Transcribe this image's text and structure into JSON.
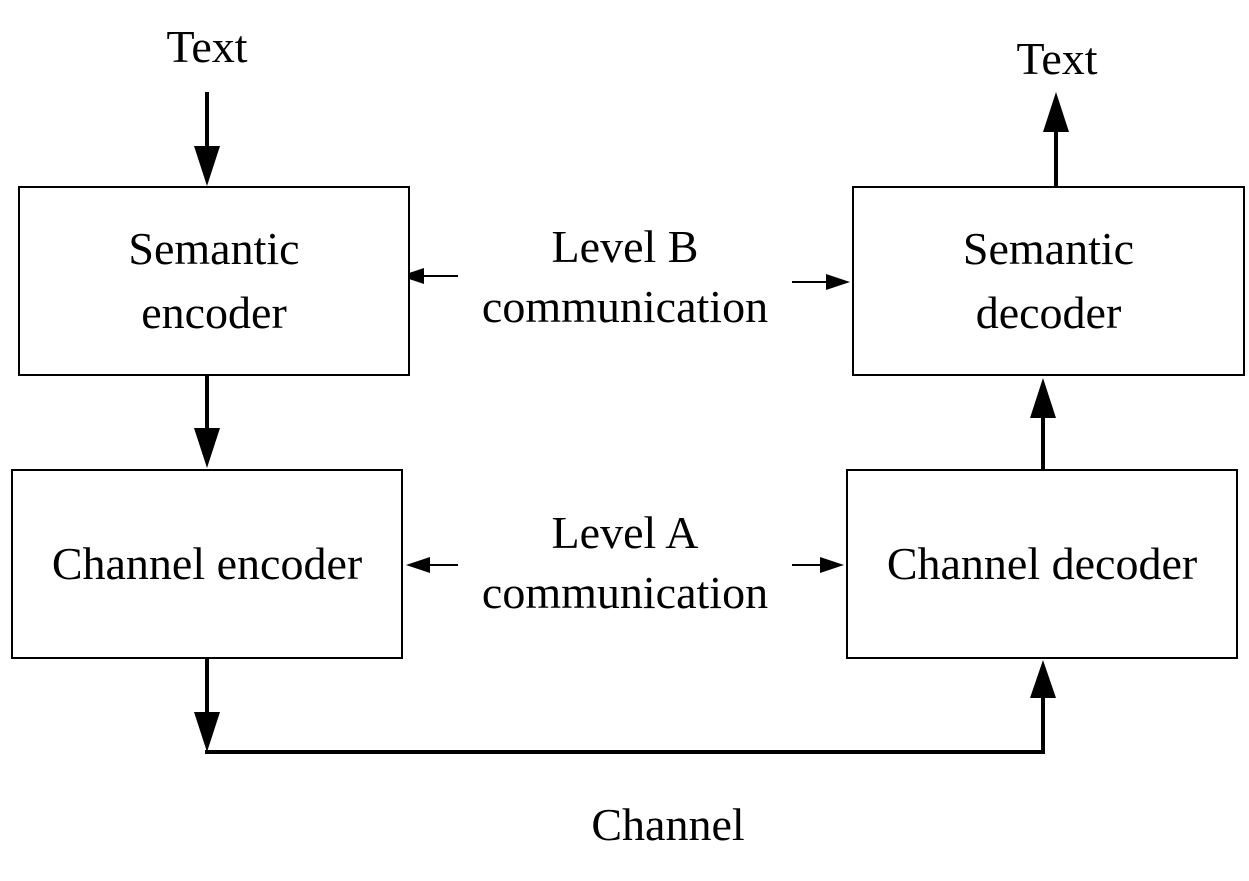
{
  "diagram": {
    "input_label": "Text",
    "output_label": "Text",
    "channel_label": "Channel",
    "boxes": {
      "semantic_encoder": "Semantic\nencoder",
      "channel_encoder": "Channel encoder",
      "semantic_decoder": "Semantic\ndecoder",
      "channel_decoder": "Channel decoder"
    },
    "levels": {
      "level_b": {
        "line1": "Level B",
        "line2": "communication"
      },
      "level_a": {
        "line1": "Level A",
        "line2": "communication"
      }
    }
  }
}
